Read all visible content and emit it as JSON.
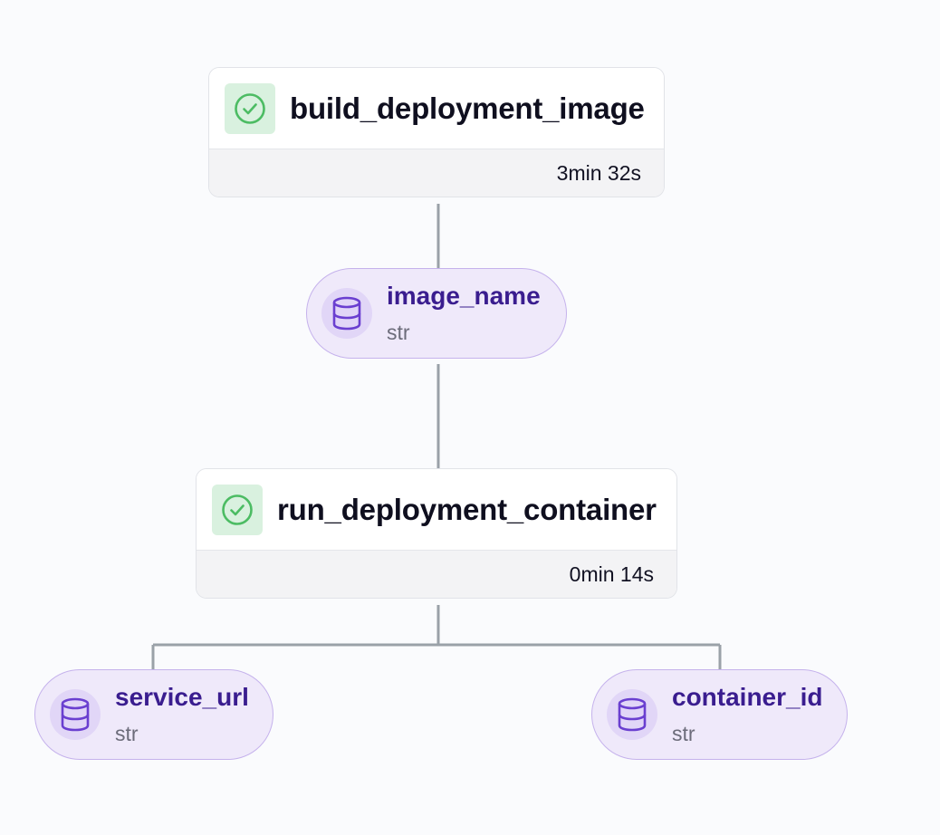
{
  "steps": [
    {
      "name": "build_deployment_image",
      "duration": "3min 32s",
      "status_icon": "check-circle-icon",
      "status_color": "#4cbc63"
    },
    {
      "name": "run_deployment_container",
      "duration": "0min 14s",
      "status_icon": "check-circle-icon",
      "status_color": "#4cbc63"
    }
  ],
  "artifacts": [
    {
      "name": "image_name",
      "type": "str",
      "icon": "database-icon"
    },
    {
      "name": "service_url",
      "type": "str",
      "icon": "database-icon"
    },
    {
      "name": "container_id",
      "type": "str",
      "icon": "database-icon"
    }
  ],
  "colors": {
    "edge": "#9aa1a8",
    "artifact_accent": "#6a3fd0",
    "artifact_text": "#3a1d8f",
    "success": "#4cbc63"
  }
}
